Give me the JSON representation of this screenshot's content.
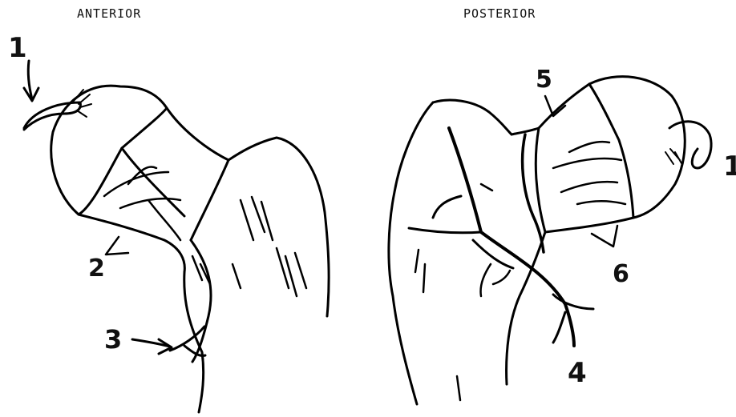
{
  "views": {
    "anterior": {
      "title": "ANTERIOR"
    },
    "posterior": {
      "title": "POSTERIOR"
    }
  },
  "labels": {
    "anterior": [
      "1",
      "2",
      "3"
    ],
    "posterior": [
      "5",
      "1",
      "6",
      "4"
    ]
  }
}
